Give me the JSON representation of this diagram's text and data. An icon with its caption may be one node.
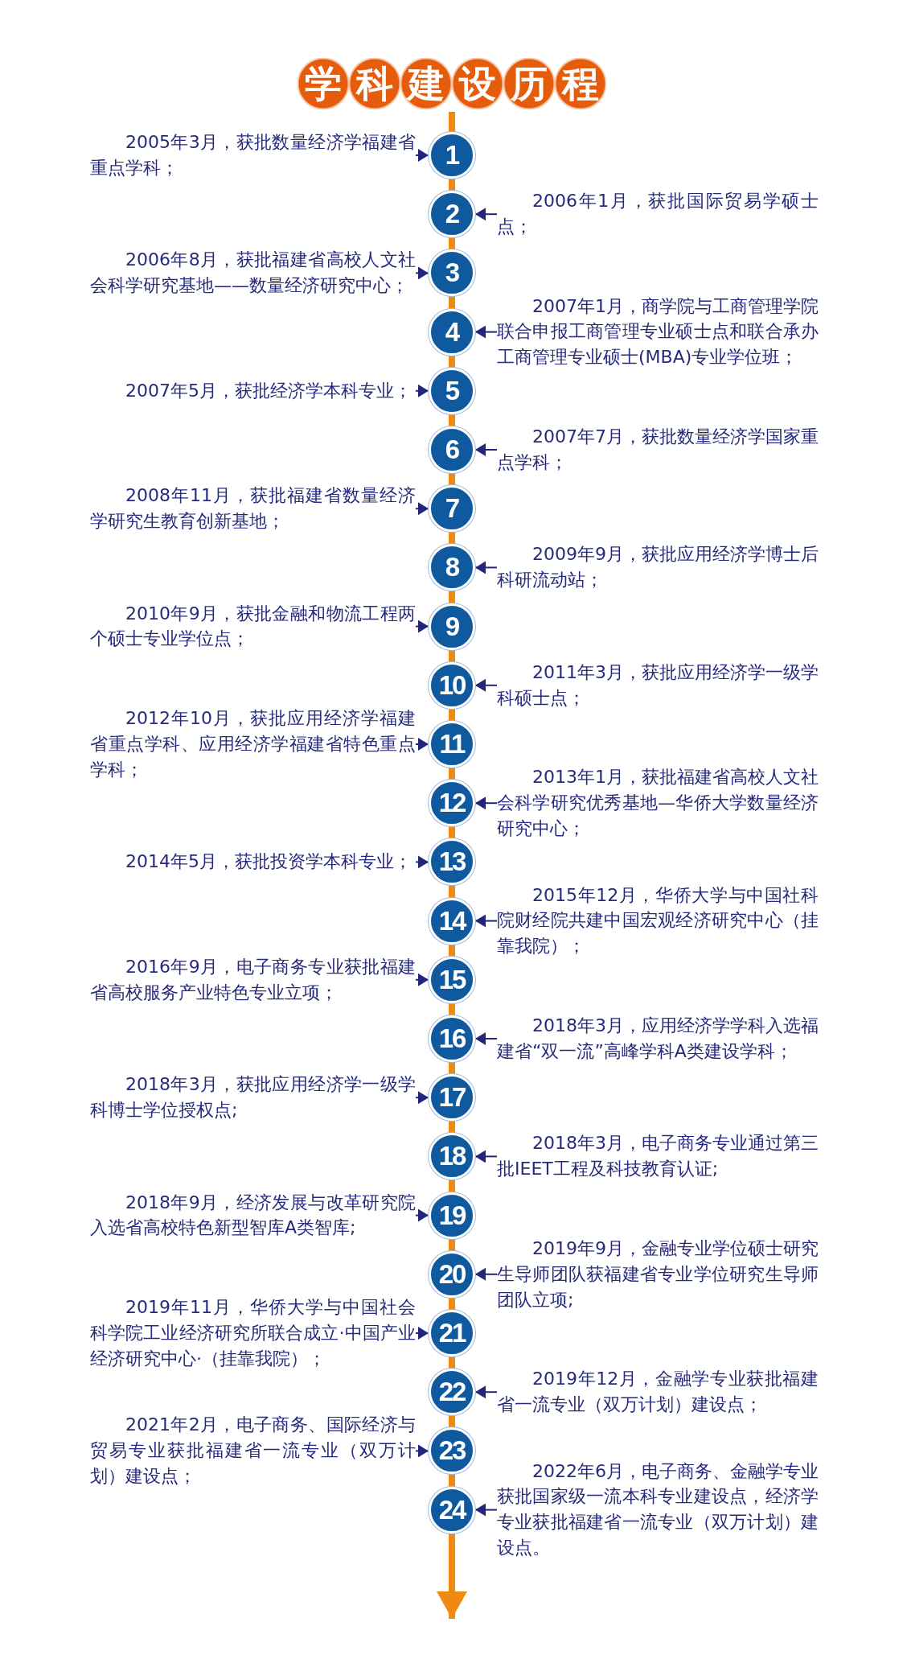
{
  "diagram": {
    "title": "学科建设历程",
    "nodes": [
      {
        "text": [
          "1"
        ]
      },
      {
        "text": [
          "2005年3月，获批数量经济学福建省重点学科；"
        ]
      },
      {
        "text": [
          "2"
        ]
      },
      {
        "text": [
          "2006年1月，获批国际贸易学硕士点；"
        ]
      },
      {
        "text": [
          "3"
        ]
      },
      {
        "text": [
          "2006年8月，获批福建省高校人文社会科学研究基地——数量经济研究中心；"
        ]
      },
      {
        "text": [
          "4"
        ]
      },
      {
        "text": [
          "2007年1月，商学院与工商管理学院联合申报工商管理专业硕士点和联合承办工商管理专业硕士(MBA)专业学位班；"
        ]
      },
      {
        "text": [
          "5"
        ]
      },
      {
        "text": [
          "2007年5月，获批经济学本科专业；"
        ]
      },
      {
        "text": [
          "6"
        ]
      },
      {
        "text": [
          "2007年7月，获批数量经济学国家重点学科；"
        ]
      },
      {
        "text": [
          "7"
        ]
      },
      {
        "text": [
          "2008年11月，获批福建省数量经济学研究生教育创新基地；"
        ]
      },
      {
        "text": [
          "8"
        ]
      },
      {
        "text": [
          "2009年9月，获批应用经济学博士后科研流动站；"
        ]
      },
      {
        "text": [
          "9"
        ]
      },
      {
        "text": [
          "2010年9月，获批金融和物流工程两个硕士专业学位点；"
        ]
      },
      {
        "text": [
          "10"
        ]
      },
      {
        "text": [
          "2011年3月，获批应用经济学一级学科硕士点；"
        ]
      },
      {
        "text": [
          "11"
        ]
      },
      {
        "text": [
          "2012年10月，获批应用经济学福建省重点学科、应用经济学福建省特色重点学科；"
        ]
      },
      {
        "text": [
          "12"
        ]
      },
      {
        "text": [
          "2013年1月，获批福建省高校人文社会科学研究优秀基地—华侨大学数量经济研究中心；"
        ]
      },
      {
        "text": [
          "13"
        ]
      },
      {
        "text": [
          "2014年5月，获批投资学本科专业；"
        ]
      },
      {
        "text": [
          "14"
        ]
      },
      {
        "text": [
          "2015年12月，华侨大学与中国社科院财经院共建中国宏观经济研究中心（挂靠我院）；"
        ]
      },
      {
        "text": [
          "15"
        ]
      },
      {
        "text": [
          "2016年9月，电子商务专业获批福建省高校服务产业特色专业立项；"
        ]
      },
      {
        "text": [
          "16"
        ]
      },
      {
        "text": [
          "2018年3月，应用经济学学科入选福建省“双一流”高峰学科A类建设学科；"
        ]
      },
      {
        "text": [
          "17"
        ]
      },
      {
        "text": [
          "2018年3月，获批应用经济学一级学科博士学位授权点;"
        ]
      },
      {
        "text": [
          "18"
        ]
      },
      {
        "text": [
          "2018年3月，电子商务专业通过第三批IEET工程及科技教育认证;"
        ]
      },
      {
        "text": [
          "19"
        ]
      },
      {
        "text": [
          "2018年9月，经济发展与改革研究院入选省高校特色新型智库A类智库;"
        ]
      },
      {
        "text": [
          "20"
        ]
      },
      {
        "text": [
          "2019年9月，金融专业学位硕士研究生导师团队获福建省专业学位研究生导师团队立项;"
        ]
      },
      {
        "text": [
          "21"
        ]
      },
      {
        "text": [
          "2019年11月，华侨大学与中国社会科学院工业经济研究所联合成立·中国产业经济研究中心·（挂靠我院）；"
        ]
      },
      {
        "text": [
          "22"
        ]
      },
      {
        "text": [
          "2019年12月，金融学专业获批福建省一流专业（双万计划）建设点；"
        ]
      },
      {
        "text": [
          "23"
        ]
      },
      {
        "text": [
          "2021年2月，电子商务、国际经济与贸易专业获批福建省一流专业（双万计划）建设点；"
        ]
      },
      {
        "text": [
          "24"
        ]
      },
      {
        "text": [
          "2022年6月，电子商务、金融学专业获批国家级一流本科专业建设点，经济学专业获批福建省一流专业（双万计划）建设点。"
        ]
      }
    ],
    "edges": [
      {
        "from": null,
        "to": 0,
        "arrow": "none"
      },
      {
        "from": 1,
        "to": 0,
        "arrow": "to",
        "color": "#23257a"
      },
      {
        "from": 0,
        "to": 2,
        "arrow": "none"
      },
      {
        "from": 3,
        "to": 2,
        "arrow": "to",
        "color": "#23257a"
      },
      {
        "from": 2,
        "to": 4,
        "arrow": "none"
      },
      {
        "from": 5,
        "to": 4,
        "arrow": "to",
        "color": "#23257a"
      },
      {
        "from": 4,
        "to": 6,
        "arrow": "none"
      },
      {
        "from": 7,
        "to": 6,
        "arrow": "to",
        "color": "#23257a"
      },
      {
        "from": 6,
        "to": 8,
        "arrow": "none"
      },
      {
        "from": 9,
        "to": 8,
        "arrow": "to",
        "color": "#23257a"
      },
      {
        "from": 8,
        "to": 10,
        "arrow": "none"
      },
      {
        "from": 11,
        "to": 10,
        "arrow": "to",
        "color": "#23257a"
      },
      {
        "from": 10,
        "to": 12,
        "arrow": "none"
      },
      {
        "from": 13,
        "to": 12,
        "arrow": "to",
        "color": "#23257a"
      },
      {
        "from": 12,
        "to": 14,
        "arrow": "none"
      },
      {
        "from": 15,
        "to": 14,
        "arrow": "to",
        "color": "#23257a"
      },
      {
        "from": 14,
        "to": 16,
        "arrow": "none"
      },
      {
        "from": 17,
        "to": 16,
        "arrow": "to",
        "color": "#23257a"
      },
      {
        "from": 16,
        "to": 18,
        "arrow": "none"
      },
      {
        "from": 19,
        "to": 18,
        "arrow": "to",
        "color": "#23257a"
      },
      {
        "from": 18,
        "to": 20,
        "arrow": "none"
      },
      {
        "from": 21,
        "to": 20,
        "arrow": "to",
        "color": "#23257a"
      },
      {
        "from": 20,
        "to": 22,
        "arrow": "none"
      },
      {
        "from": 23,
        "to": 22,
        "arrow": "to",
        "color": "#23257a"
      },
      {
        "from": 22,
        "to": 24,
        "arrow": "none"
      },
      {
        "from": 25,
        "to": 24,
        "arrow": "to",
        "color": "#23257a"
      },
      {
        "from": 24,
        "to": 26,
        "arrow": "none"
      },
      {
        "from": 27,
        "to": 26,
        "arrow": "to",
        "color": "#23257a"
      },
      {
        "from": 26,
        "to": 28,
        "arrow": "none"
      },
      {
        "from": 29,
        "to": 28,
        "arrow": "to",
        "color": "#23257a"
      },
      {
        "from": 28,
        "to": 30,
        "arrow": "none"
      },
      {
        "from": 31,
        "to": 30,
        "arrow": "to",
        "color": "#23257a"
      },
      {
        "from": 30,
        "to": 32,
        "arrow": "none"
      },
      {
        "from": 33,
        "to": 32,
        "arrow": "to",
        "color": "#23257a"
      },
      {
        "from": 32,
        "to": 34,
        "arrow": "none"
      },
      {
        "from": 35,
        "to": 34,
        "arrow": "to",
        "color": "#23257a"
      },
      {
        "from": 34,
        "to": 36,
        "arrow": "none"
      },
      {
        "from": 37,
        "to": 36,
        "arrow": "to",
        "color": "#23257a"
      },
      {
        "from": 36,
        "to": 38,
        "arrow": "none"
      },
      {
        "from": 39,
        "to": 38,
        "arrow": "to",
        "color": "#23257a"
      },
      {
        "from": 38,
        "to": 40,
        "arrow": "none"
      },
      {
        "from": 41,
        "to": 40,
        "arrow": "to",
        "color": "#23257a"
      },
      {
        "from": 40,
        "to": 42,
        "arrow": "none"
      },
      {
        "from": 43,
        "to": 42,
        "arrow": "to",
        "color": "#23257a"
      },
      {
        "from": 42,
        "to": 44,
        "arrow": "none"
      },
      {
        "from": 45,
        "to": 44,
        "arrow": "to",
        "color": "#23257a"
      },
      {
        "from": 44,
        "to": 46,
        "arrow": "none"
      },
      {
        "from": 47,
        "to": 46,
        "arrow": "to",
        "color": "#23257a"
      },
      {
        "from": 46,
        "to": null,
        "arrow": "to"
      }
    ]
  }
}
